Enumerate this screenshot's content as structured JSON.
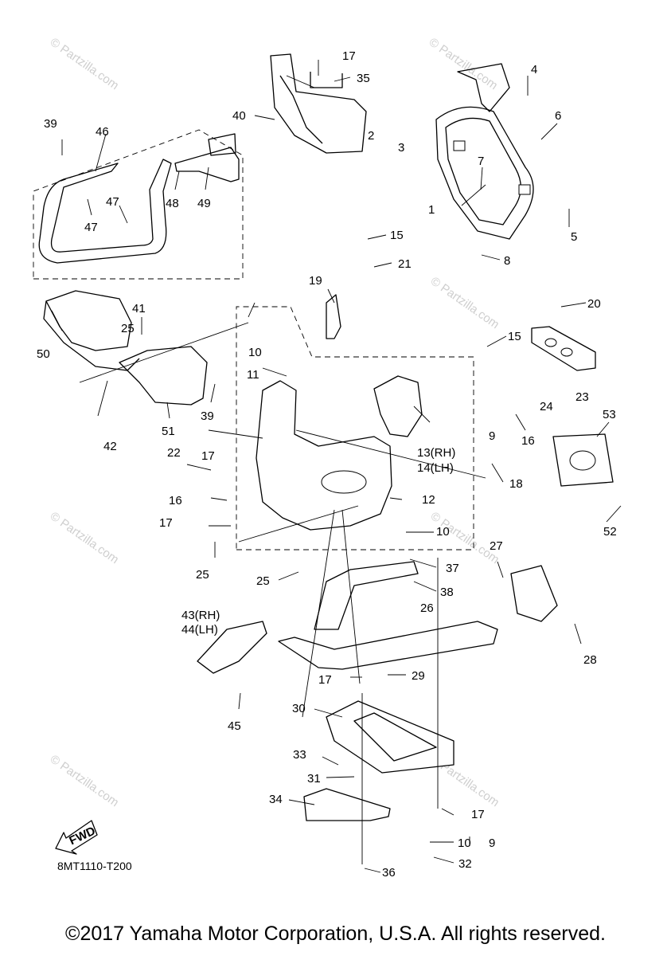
{
  "diagram_code": "8MT1110-T200",
  "fwd_label": "FWD",
  "watermark_text": "© Partzilla.com",
  "copyright": "©2017 Yamaha Motor Corporation, U.S.A. All rights reserved.",
  "callouts": {
    "c1": "1",
    "c2": "2",
    "c3": "3",
    "c4": "4",
    "c5": "5",
    "c6": "6",
    "c7": "7",
    "c8": "8",
    "c9a": "9",
    "c9b": "9",
    "c10a": "10",
    "c10b": "10",
    "c10c": "10",
    "c11": "11",
    "c12": "12",
    "c13": "13(RH)",
    "c14": "14(LH)",
    "c15a": "15",
    "c15b": "15",
    "c16a": "16",
    "c16b": "16",
    "c17a": "17",
    "c17b": "17",
    "c17c": "17",
    "c17d": "17",
    "c17e": "17",
    "c18": "18",
    "c19": "19",
    "c20": "20",
    "c21": "21",
    "c22": "22",
    "c23": "23",
    "c24": "24",
    "c25a": "25",
    "c25b": "25",
    "c25c": "25",
    "c26": "26",
    "c27": "27",
    "c28": "28",
    "c29": "29",
    "c30": "30",
    "c31": "31",
    "c32": "32",
    "c33": "33",
    "c34": "34",
    "c35": "35",
    "c36": "36",
    "c37": "37",
    "c38": "38",
    "c39a": "39",
    "c39b": "39",
    "c40": "40",
    "c41": "41",
    "c42": "42",
    "c43": "43(RH)",
    "c44": "44(LH)",
    "c45": "45",
    "c46": "46",
    "c47a": "47",
    "c47b": "47",
    "c48": "48",
    "c49": "49",
    "c50": "50",
    "c51": "51",
    "c52": "52",
    "c53": "53"
  }
}
